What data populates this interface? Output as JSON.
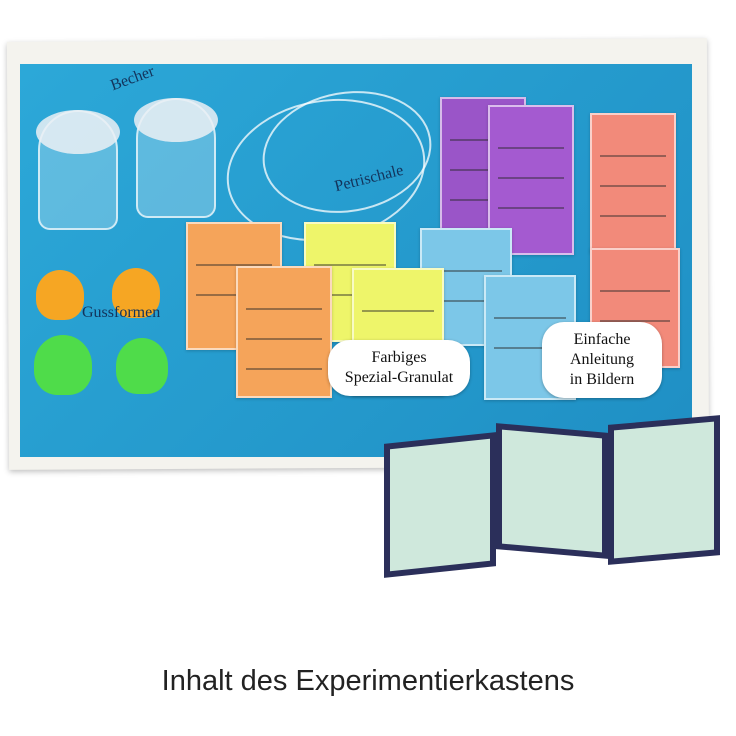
{
  "labels": {
    "cups": "Becher",
    "petri_dish": "Petrischale",
    "molds": "Gussformen"
  },
  "callouts": {
    "granules": [
      "Farbiges",
      "Spezial-Granulat"
    ],
    "instructions": [
      "Einfache",
      "Anleitung",
      "in Bildern"
    ]
  },
  "caption": "Inhalt des Experimentierkastens",
  "colors": {
    "board": "#2a9fcf",
    "purple": "#9a55c8",
    "orange": "#f5a45a",
    "salmon": "#f28a7a",
    "yellow": "#eef56a",
    "light_blue": "#7cc7e8",
    "mold_orange": "#f6a623",
    "mold_green": "#4fdc4a",
    "booklet": "#2b2f5a"
  }
}
